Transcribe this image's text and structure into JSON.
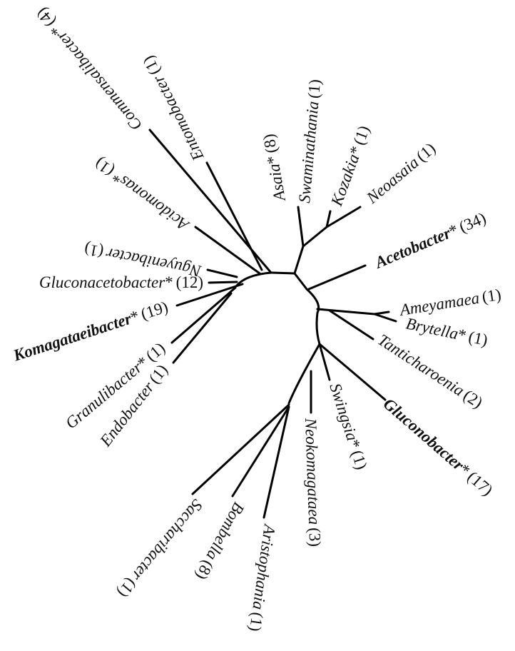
{
  "taxa": [
    {
      "id": "commensalibacter",
      "genus": "Commensalibacter",
      "mark": "*",
      "count": "(4)",
      "bold": false
    },
    {
      "id": "entomobacter",
      "genus": "Entomobacter",
      "mark": "",
      "count": "(1)",
      "bold": false
    },
    {
      "id": "asaia",
      "genus": "Asaia",
      "mark": "*",
      "count": "(8)",
      "bold": false
    },
    {
      "id": "swaminathania",
      "genus": "Swaminathania",
      "mark": "",
      "count": "(1)",
      "bold": false
    },
    {
      "id": "kozakia",
      "genus": "Kozakia",
      "mark": "*",
      "count": "(1)",
      "bold": false
    },
    {
      "id": "neoasaia",
      "genus": "Neoasaia",
      "mark": "",
      "count": "(1)",
      "bold": false
    },
    {
      "id": "acidomonas",
      "genus": "Acidomonas",
      "mark": "*",
      "count": "(1)",
      "bold": false
    },
    {
      "id": "nguyenibacter",
      "genus": "Nguyenibacter",
      "mark": "",
      "count": "(1)",
      "bold": false
    },
    {
      "id": "gluconacetobacter",
      "genus": "Gluconacetobacter",
      "mark": "*",
      "count": "(12)",
      "bold": false
    },
    {
      "id": "acetobacter",
      "genus": "Acetobacter",
      "mark": "*",
      "count": "(34)",
      "bold": true
    },
    {
      "id": "komagataeibacter",
      "genus": "Komagataeibacter",
      "mark": "*",
      "count": "(19)",
      "bold": true
    },
    {
      "id": "ameyamaea",
      "genus": "Ameyamaea",
      "mark": "",
      "count": "(1)",
      "bold": false
    },
    {
      "id": "brytella",
      "genus": "Brytella",
      "mark": "*",
      "count": "(1)",
      "bold": false
    },
    {
      "id": "tanticharoenia",
      "genus": "Tanticharoenia",
      "mark": "",
      "count": "(2)",
      "bold": false
    },
    {
      "id": "granulibacter",
      "genus": "Granulibacter",
      "mark": "*",
      "count": "(1)",
      "bold": false
    },
    {
      "id": "endobacter",
      "genus": "Endobacter",
      "mark": "",
      "count": "(1)",
      "bold": false
    },
    {
      "id": "gluconobacter",
      "genus": "Gluconobacter",
      "mark": "*",
      "count": "(17)",
      "bold": true
    },
    {
      "id": "swingsia",
      "genus": "Swingsia",
      "mark": "*",
      "count": "(1)",
      "bold": false
    },
    {
      "id": "neokomagataea",
      "genus": "Neokomagataea",
      "mark": "",
      "count": "(3)",
      "bold": false
    },
    {
      "id": "saccharibacter",
      "genus": "Saccharibacter",
      "mark": "",
      "count": "(1)",
      "bold": false
    },
    {
      "id": "bombella",
      "genus": "Bombella",
      "mark": "",
      "count": "(8)",
      "bold": false
    },
    {
      "id": "aristophania",
      "genus": "Aristophania",
      "mark": "",
      "count": "(1)",
      "bold": false
    }
  ]
}
